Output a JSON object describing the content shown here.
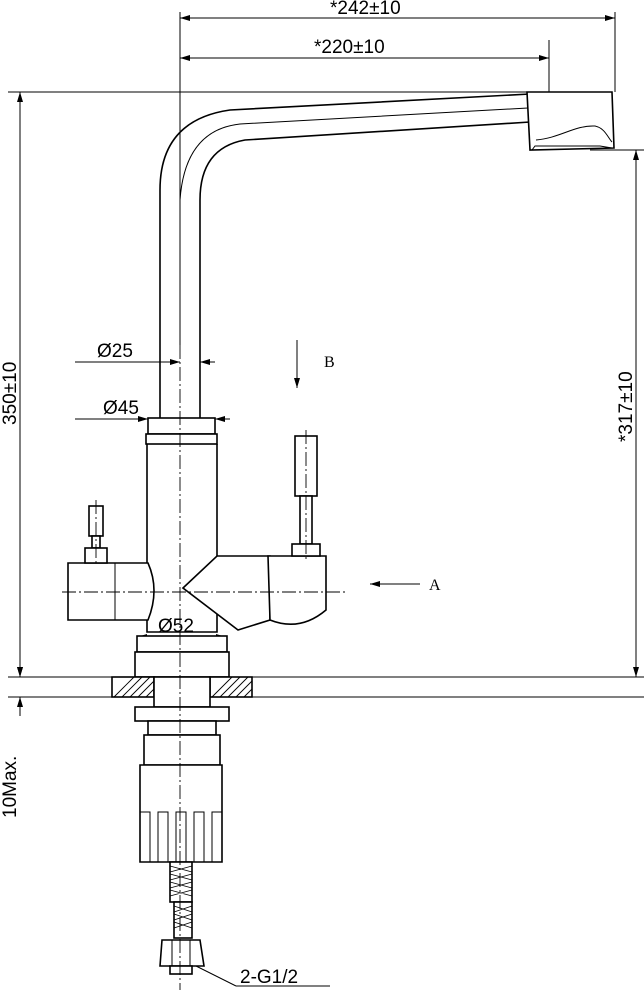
{
  "dimensions": {
    "spout_reach_total": "*242±10",
    "spout_reach": "*220±10",
    "body_height": "350±10",
    "spout_height": "*317±10",
    "spout_tube_diameter": "Ø25",
    "body_diameter": "Ø45",
    "base_diameter": "Ø52",
    "max_countertop": "10Max.",
    "connection": "2-G1/2"
  },
  "views": {
    "front_arrow": "A",
    "top_arrow": "B"
  }
}
